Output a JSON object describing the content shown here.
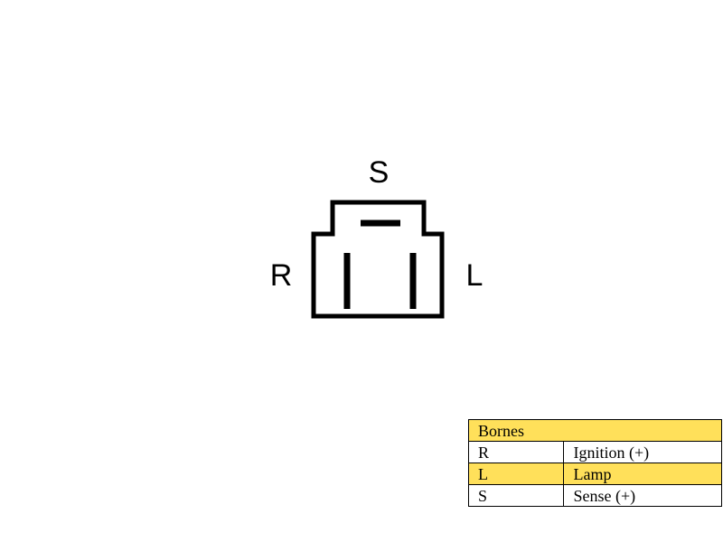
{
  "connector": {
    "pins": {
      "s": "S",
      "r": "R",
      "l": "L"
    },
    "colors": {
      "stroke": "#000000",
      "background": "#ffffff"
    }
  },
  "legend": {
    "header": "Bornes",
    "highlight_color": "#ffe05a",
    "rows": [
      {
        "code": "R",
        "description": "Ignition (+)",
        "highlighted": false
      },
      {
        "code": "L",
        "description": "Lamp",
        "highlighted": true
      },
      {
        "code": "S",
        "description": "Sense (+)",
        "highlighted": false
      }
    ]
  }
}
